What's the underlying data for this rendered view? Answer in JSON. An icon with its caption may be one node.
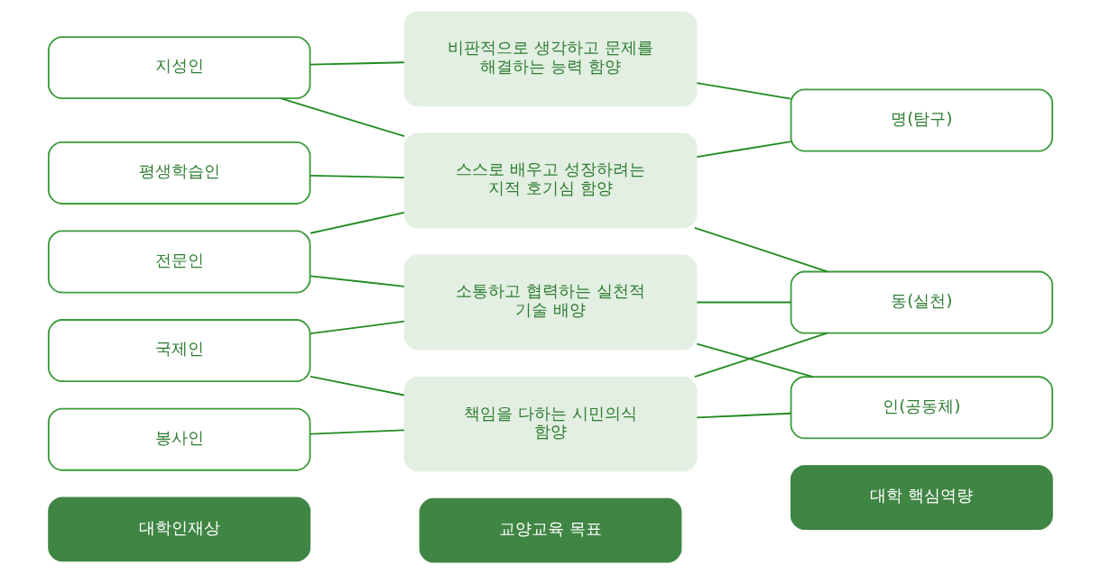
{
  "diagram": {
    "nodes": [
      {
        "text": [
          "대학인재상"
        ]
      },
      {
        "text": [
          "교양교육 목표"
        ]
      },
      {
        "text": [
          "대학 핵심역량"
        ]
      },
      {
        "text": [
          "지성인"
        ]
      },
      {
        "text": [
          "전문인"
        ]
      },
      {
        "text": [
          "평생학습인"
        ]
      },
      {
        "text": [
          "국제인"
        ]
      },
      {
        "text": [
          "봉사인"
        ]
      },
      {
        "text": [
          "비판적으로 생각하고 문제를 해결하는 능력 함양"
        ]
      },
      {
        "text": [
          "스스로 배우고 성장하려는 지적 호기심 함양"
        ]
      },
      {
        "text": [
          "소통하고 협력하는 실천적 기술 배양"
        ]
      },
      {
        "text": [
          "책임을 다하는 시민의식 함양"
        ]
      },
      {
        "text": [
          "동(실천)"
        ]
      },
      {
        "text": [
          "명(탐구)"
        ]
      },
      {
        "text": [
          "인(공동체)"
        ]
      }
    ],
    "edges": [
      {
        "from": 3,
        "to": 8,
        "arrow": "none"
      },
      {
        "from": 3,
        "to": 9,
        "arrow": "none"
      },
      {
        "from": 4,
        "to": 9,
        "arrow": "none"
      },
      {
        "from": 4,
        "to": 10,
        "arrow": "none"
      },
      {
        "from": 5,
        "to": 9,
        "arrow": "none"
      },
      {
        "from": 6,
        "to": 10,
        "arrow": "none"
      },
      {
        "from": 6,
        "to": 11,
        "arrow": "none"
      },
      {
        "from": 7,
        "to": 11,
        "arrow": "none"
      },
      {
        "from": 8,
        "to": 13,
        "arrow": "none"
      },
      {
        "from": 9,
        "to": 12,
        "arrow": "none"
      },
      {
        "from": 9,
        "to": 13,
        "arrow": "none"
      },
      {
        "from": 10,
        "to": 12,
        "arrow": "none"
      },
      {
        "from": 10,
        "to": 14,
        "arrow": "none"
      },
      {
        "from": 11,
        "to": 12,
        "arrow": "none"
      },
      {
        "from": 11,
        "to": 14,
        "arrow": "none"
      }
    ]
  }
}
